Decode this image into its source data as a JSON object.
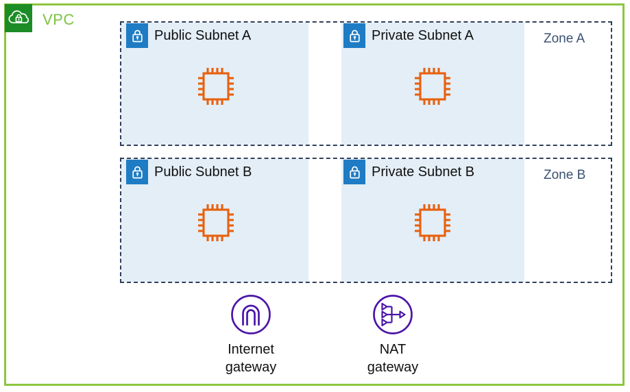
{
  "vpc": {
    "label": "VPC",
    "icon": "vpc-cloud-lock-icon",
    "border_color": "#8CC63F",
    "icon_bg_color": "#1C8C27",
    "label_color": "#7DC242"
  },
  "zones": [
    {
      "id": "zone-a",
      "label": "Zone A"
    },
    {
      "id": "zone-b",
      "label": "Zone B"
    }
  ],
  "zone_label_color": "#3A5173",
  "zone_border_color": "#2F3E5C",
  "subnets": [
    {
      "id": "public-subnet-a",
      "title": "Public Subnet A",
      "zone": "Zone A",
      "type": "public",
      "icon": "subnet-lock-icon",
      "instance_icon": "ec2-instance-icon"
    },
    {
      "id": "private-subnet-a",
      "title": "Private Subnet A",
      "zone": "Zone A",
      "type": "private",
      "icon": "subnet-lock-icon",
      "instance_icon": "ec2-instance-icon"
    },
    {
      "id": "public-subnet-b",
      "title": "Public Subnet B",
      "zone": "Zone B",
      "type": "public",
      "icon": "subnet-lock-icon",
      "instance_icon": "ec2-instance-icon"
    },
    {
      "id": "private-subnet-b",
      "title": "Private Subnet B",
      "zone": "Zone B",
      "type": "private",
      "icon": "subnet-lock-icon",
      "instance_icon": "ec2-instance-icon"
    }
  ],
  "subnet_fill_color": "#E3EEF7",
  "subnet_icon_color": "#1E7CC4",
  "instance_icon_color": "#E8600E",
  "gateways": [
    {
      "id": "internet-gateway",
      "label_line1": "Internet",
      "label_line2": "gateway",
      "icon": "internet-gateway-icon"
    },
    {
      "id": "nat-gateway",
      "label_line1": "NAT",
      "label_line2": "gateway",
      "icon": "nat-gateway-icon"
    }
  ],
  "gateway_icon_color": "#4B14A8"
}
